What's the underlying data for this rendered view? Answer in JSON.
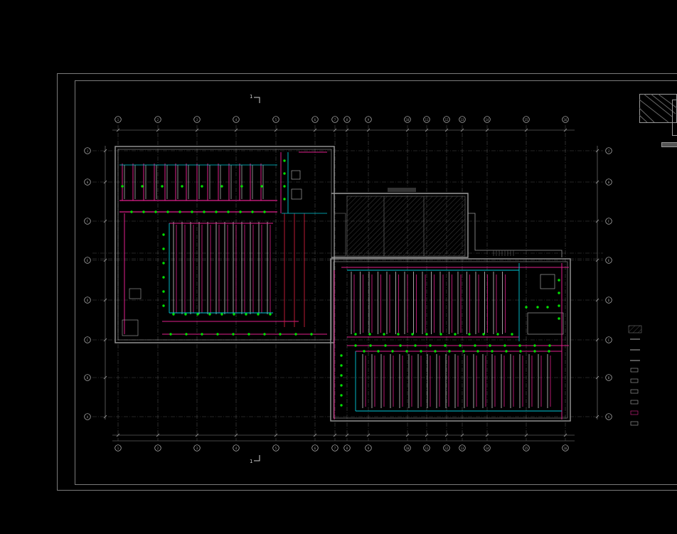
{
  "colors": {
    "background": "#000000",
    "frame": "#7a7a7a",
    "grid": "#5a5a5a",
    "walls": "#9a9a9a",
    "sprinkler_branch": "#e0208c",
    "fire_main": "#cc1d3a",
    "sprinkler_head": "#00e000",
    "pipe_cyan": "#00c8d8",
    "pipe_white": "#e8e8e8"
  },
  "section_mark": "1",
  "axis_labels": {
    "top": [
      "1",
      "2",
      "3",
      "4",
      "5",
      "6",
      "7",
      "8",
      "9",
      "10",
      "11",
      "12",
      "13",
      "14",
      "15",
      "16"
    ],
    "left": [
      "J",
      "H",
      "F",
      "E",
      "D",
      "C",
      "B",
      "A"
    ]
  },
  "legend_items": [
    "hatch",
    "line",
    "line",
    "line",
    "box",
    "box",
    "box",
    "box",
    "box",
    "box"
  ]
}
